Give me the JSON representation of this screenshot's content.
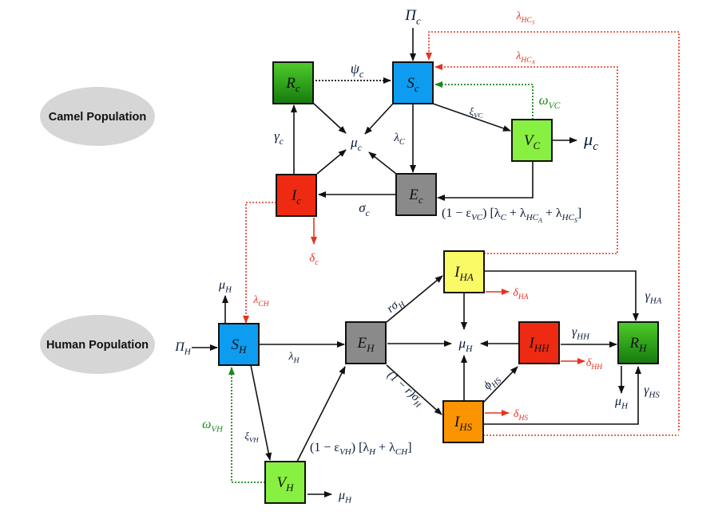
{
  "diagram": {
    "type": "compartmental-model",
    "populations": {
      "camel": "Camel Population",
      "human": "Human Population"
    },
    "colors": {
      "susceptible": "#0d9cf0",
      "recovered_top": "#4fcc2a",
      "recovered_bottom": "#157a0f",
      "vaccinated": "#88f040",
      "exposed": "#8a8a8a",
      "infected": "#ee2a12",
      "asymptomatic": "#fafa66",
      "symptomatic": "#fb9400",
      "transmission": "#e8321f",
      "waning": "#1a8a1a"
    },
    "nodes": {
      "Sc": {
        "main": "S",
        "sub": "c"
      },
      "Rc": {
        "main": "R",
        "sub": "c"
      },
      "Vc": {
        "main": "V",
        "sub": "C"
      },
      "Ec": {
        "main": "E",
        "sub": "c"
      },
      "Ic": {
        "main": "I",
        "sub": "c"
      },
      "SH": {
        "main": "S",
        "sub": "H"
      },
      "EH": {
        "main": "E",
        "sub": "H"
      },
      "IHA": {
        "main": "I",
        "sub": "HA"
      },
      "IHH": {
        "main": "I",
        "sub": "HH"
      },
      "IHS": {
        "main": "I",
        "sub": "HS"
      },
      "RH": {
        "main": "R",
        "sub": "H"
      },
      "VH": {
        "main": "V",
        "sub": "H"
      }
    },
    "labels": {
      "Pi_c": {
        "main": "Π",
        "sub": "c"
      },
      "psi_c": {
        "main": "ψ",
        "sub": "c"
      },
      "xi_VC": {
        "main": "ξ",
        "sub": "VC"
      },
      "omega_VC": {
        "main": "ω",
        "sub": "VC"
      },
      "mu_c_center": {
        "main": "μ",
        "sub": "c"
      },
      "mu_c_right": {
        "main": "μ",
        "sub": "c"
      },
      "gamma_c": {
        "main": "γ",
        "sub": "c"
      },
      "lambda_C": {
        "main": "λ",
        "sub": "C"
      },
      "sigma_c": {
        "main": "σ",
        "sub": "c"
      },
      "delta_c": {
        "main": "δ",
        "sub": "c"
      },
      "lambda_HCs": {
        "main": "λ",
        "sub": "HC",
        "subsub": "S"
      },
      "lambda_HCa": {
        "main": "λ",
        "sub": "HC",
        "subsub": "A"
      },
      "vc_force": {
        "prefix": "(1 − ε",
        "sub1": "VC",
        "mid": ") [λ",
        "sub2": "C",
        "plus1": " + λ",
        "sub3": "HC",
        "subsub3": "A",
        "plus2": " + λ",
        "sub4": "HC",
        "subsub4": "S",
        "suffix": "]"
      },
      "Pi_H": {
        "main": "Π",
        "sub": "H"
      },
      "mu_H_SH": {
        "main": "μ",
        "sub": "H"
      },
      "lambda_CH": {
        "main": "λ",
        "sub": "CH"
      },
      "lambda_H": {
        "main": "λ",
        "sub": "H"
      },
      "r_sigma_H": {
        "main": "rσ",
        "sub": "H"
      },
      "one_minus_r_sigma_H": {
        "main": "(1 − r)σ",
        "sub": "H"
      },
      "mu_H_center": {
        "main": "μ",
        "sub": "H"
      },
      "delta_HA": {
        "main": "δ",
        "sub": "HA"
      },
      "delta_HH": {
        "main": "δ",
        "sub": "HH"
      },
      "delta_HS": {
        "main": "δ",
        "sub": "HS"
      },
      "gamma_HA": {
        "main": "γ",
        "sub": "HA"
      },
      "gamma_HH": {
        "main": "γ",
        "sub": "HH"
      },
      "gamma_HS": {
        "main": "γ",
        "sub": "HS"
      },
      "phi_HS": {
        "main": "ϕ",
        "sub": "HS"
      },
      "mu_H_RH": {
        "main": "μ",
        "sub": "H"
      },
      "omega_VH": {
        "main": "ω",
        "sub": "VH"
      },
      "xi_VH": {
        "main": "ξ",
        "sub": "VH"
      },
      "vh_force": {
        "prefix": "(1 − ε",
        "sub1": "VH",
        "mid": ") [λ",
        "sub2": "H",
        "plus": " + λ",
        "sub3": "CH",
        "suffix": "]"
      },
      "mu_H_VH": {
        "main": "μ",
        "sub": "H"
      }
    }
  }
}
